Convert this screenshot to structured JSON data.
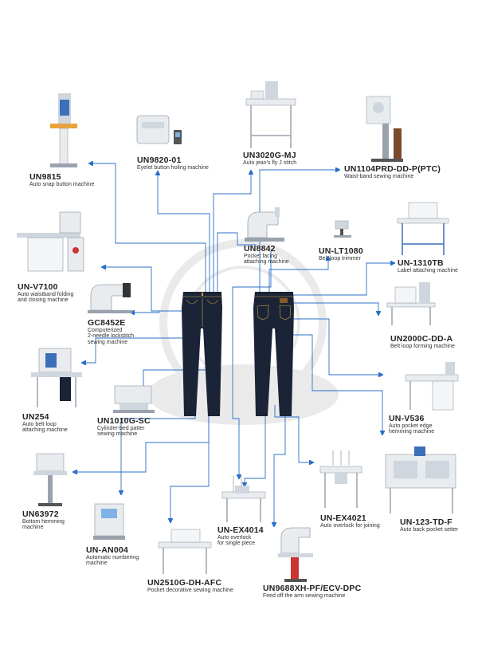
{
  "colors": {
    "line": "#2a6fc9",
    "denim": "#1b2436",
    "denim_stitch": "#c9a24a",
    "machine_white": "#e9ecef",
    "machine_gray": "#9aa3ad",
    "machine_blue": "#3c6fb8"
  },
  "machines": [
    {
      "id": "un9815",
      "code": "UN9815",
      "desc": [
        "Auto snap button machine"
      ]
    },
    {
      "id": "un9820",
      "code": "UN9820-01",
      "desc": [
        "Eyelet button holing machine"
      ]
    },
    {
      "id": "un3020g",
      "code": "UN3020G-MJ",
      "desc": [
        "Auto jean's fly J stitch"
      ]
    },
    {
      "id": "un1104",
      "code": "UN1104PRD-DD-P(PTC)",
      "desc": [
        "Waist-band sewing machine"
      ]
    },
    {
      "id": "unv7100",
      "code": "UN-V7100",
      "desc": [
        "Auto waistband folding",
        "and closing machine"
      ]
    },
    {
      "id": "un8842",
      "code": "UN8842",
      "desc": [
        "Pocket facing",
        "attaching machine"
      ]
    },
    {
      "id": "unlt1080",
      "code": "UN-LT1080",
      "desc": [
        "Belt loop trimmer"
      ]
    },
    {
      "id": "un1310tb",
      "code": "UN-1310TB",
      "desc": [
        "Label attaching machine"
      ]
    },
    {
      "id": "gc8452e",
      "code": "GC8452E",
      "desc": [
        "Computerized",
        "2-needle lockstitch",
        "sewing machine"
      ]
    },
    {
      "id": "un2000c",
      "code": "UN2000C-DD-A",
      "desc": [
        "Belt loop forming machine"
      ]
    },
    {
      "id": "un254",
      "code": "UN254",
      "desc": [
        "Auto belt loop",
        "attaching machine"
      ]
    },
    {
      "id": "un1010g",
      "code": "UN1010G-SC",
      "desc": [
        "Cylinder-bed patter",
        "sewing machine"
      ]
    },
    {
      "id": "unv536",
      "code": "UN-V536",
      "desc": [
        "Auto pocket edge",
        "hemming machine"
      ]
    },
    {
      "id": "un63972",
      "code": "UN63972",
      "desc": [
        "Bottom hemming",
        "machine"
      ]
    },
    {
      "id": "unex4021",
      "code": "UN-EX4021",
      "desc": [
        "Auto overlock for joining"
      ]
    },
    {
      "id": "un123td",
      "code": "UN-123-TD-F",
      "desc": [
        "Auto back pocket setter"
      ]
    },
    {
      "id": "unex4014",
      "code": "UN-EX4014",
      "desc": [
        "Auto overlock",
        "for single piece"
      ]
    },
    {
      "id": "unan004",
      "code": "UN-AN004",
      "desc": [
        "Automatic numbering",
        "machine"
      ]
    },
    {
      "id": "un2510g",
      "code": "UN2510G-DH-AFC",
      "desc": [
        "Pocket decorative sewing machine"
      ]
    },
    {
      "id": "un9688",
      "code": "UN9688XH-PF/ECV-DPC",
      "desc": [
        "Feed off the arm sewing machine"
      ]
    }
  ]
}
